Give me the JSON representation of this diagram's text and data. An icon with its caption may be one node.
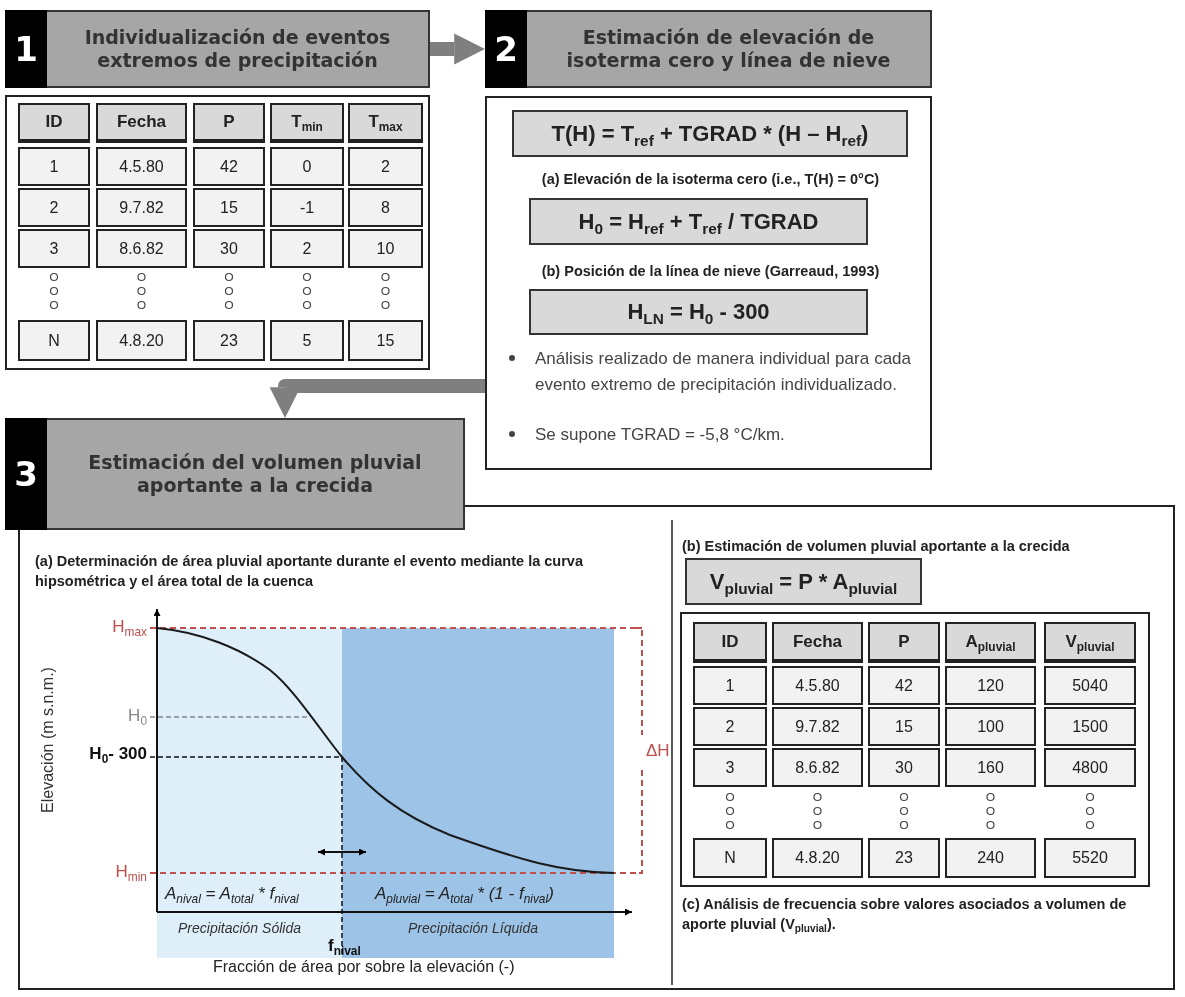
{
  "diagram": {
    "nodes": [
      {
        "text": [
          "1",
          "Individualización de eventos extremos de precipitación"
        ]
      },
      {
        "text": [
          "2",
          "Estimación de elevación de isoterma cero y línea de nieve"
        ]
      },
      {
        "text": [
          "(a) Elevación de la isoterma cero (i.e., T(H) = 0°C)",
          "(b) Posición de la línea de nieve (Garreaud, 1993)",
          "Análisis realizado de manera individual para cada evento extremo de precipitación individualizado.",
          "Se supone TGRAD = -5,8 °C/km."
        ]
      },
      {
        "text": [
          "T(H) = T$_{ref}$ + TGRAD * (H – H$_{ref}$)"
        ],
        "in": 2
      },
      {
        "text": [
          "H$_{0}$ = H$_{ref}$ + T$_{ref}$ / TGRAD"
        ],
        "in": 2
      },
      {
        "text": [
          "H$_{LN}$ = H$_{0}$ - 300"
        ],
        "in": 2
      },
      {
        "text": [
          "3",
          "Estimación del volumen pluvial aportante a la crecida"
        ]
      },
      {
        "text": [
          "(a) Determinación de área pluvial aportante durante el evento mediante la curva hipsométrica y el área total de la cuenca",
          "(b) Estimación de volumen pluvial aportante a la crecida",
          "(c) Análisis de frecuencia sobre valores asociados a volumen de aporte pluvial (V$_{pluvial}$)."
        ]
      },
      {
        "text": [
          "V$_{pluvial}$ = P * A$_{pluvial}$"
        ],
        "in": 7
      }
    ],
    "edges": [
      {
        "from": 0,
        "to": 1,
        "arrow": "to"
      },
      {
        "from": 2,
        "to": 6,
        "arrow": "to"
      }
    ],
    "labels": [
      "ID",
      "Fecha",
      "P",
      "T$_{min}$",
      "T$_{max}$",
      "1",
      "4.5.80",
      "42",
      "0",
      "2",
      "2",
      "9.7.82",
      "15",
      "-1",
      "8",
      "3",
      "8.6.82",
      "30",
      "2",
      "10",
      "N",
      "4.8.20",
      "23",
      "5",
      "15",
      "ID",
      "Fecha",
      "P",
      "A$_{pluvial}$",
      "V$_{pluvial}$",
      "1",
      "4.5.80",
      "42",
      "120",
      "5040",
      "2",
      "9.7.82",
      "15",
      "100",
      "1500",
      "3",
      "8.6.82",
      "30",
      "160",
      "4800",
      "N",
      "4.8.20",
      "23",
      "240",
      "5520",
      "H$_{max}$",
      "H$_{0}$",
      "H$_{0}$- 300",
      "H$_{min}$",
      "ΔH",
      "Elevación (m s.n.m.)",
      "A$_{nival}$ = A$_{total}$ * f$_{nival}$",
      "A$_{pluvial}$ = A$_{total}$ * (1 - f$_{nival}$)",
      "Precipitación Sólida",
      "Precipitación Líquida",
      "f$_{nival}$",
      "Fracción de área por sobre la elevación (-)"
    ]
  }
}
